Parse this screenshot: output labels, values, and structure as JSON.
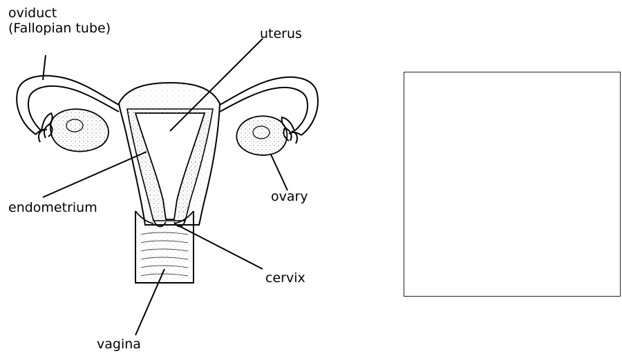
{
  "labels": {
    "oviduct_line1": "oviduct",
    "oviduct_line2": "(Fallopian tube)",
    "uterus": "uterus",
    "endometrium": "endometrium",
    "ovary": "ovary",
    "cervix": "cervix",
    "vagina": "vagina"
  },
  "colors": {
    "ink": "#000000",
    "stipple": "#555555",
    "background": "#ffffff"
  }
}
